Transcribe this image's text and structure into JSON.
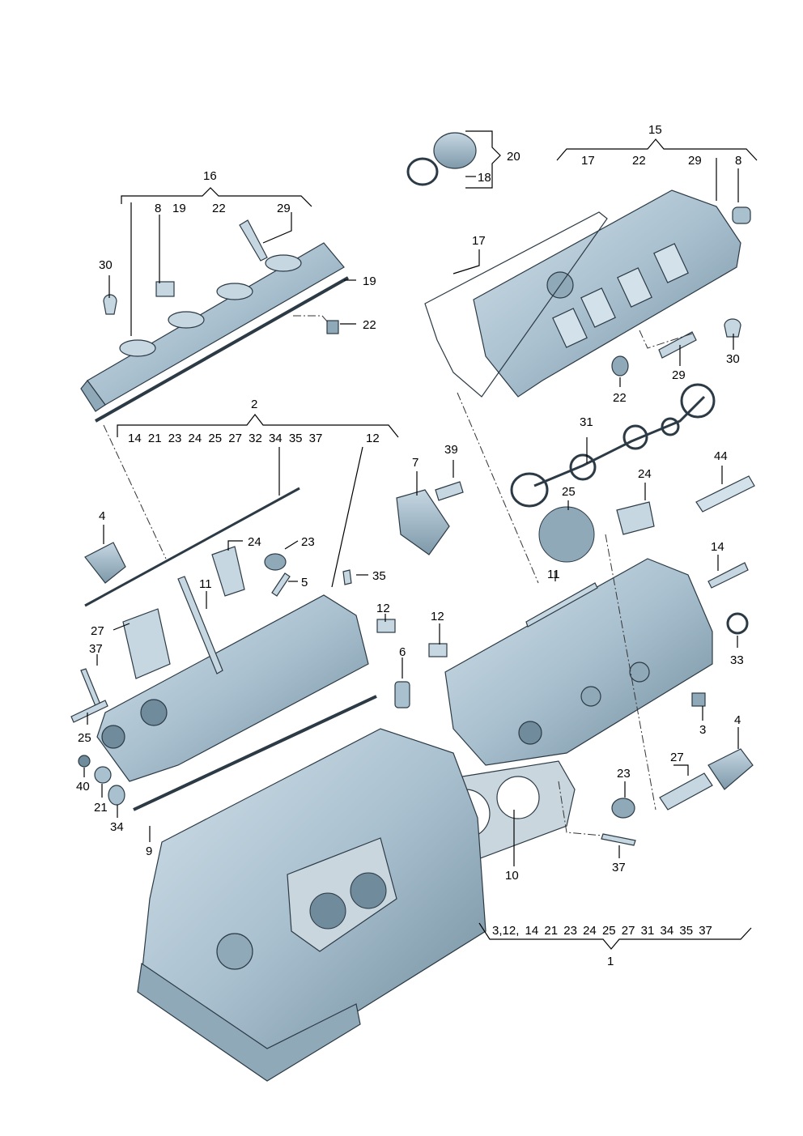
{
  "diagram": {
    "callouts": {
      "c16": "16",
      "c16_items": [
        "8",
        "19",
        "22",
        "29"
      ],
      "c30a": "30",
      "c19": "19",
      "c22a": "22",
      "c2": "2",
      "c2_items": "14 21 23 24 25 27 32 34 35 37",
      "c12a": "12",
      "c4a": "4",
      "c24a": "24",
      "c23a": "23",
      "c5": "5",
      "c35": "35",
      "c11a": "11",
      "c27a": "27",
      "c37a": "37",
      "c25a": "25",
      "c40": "40",
      "c21": "21",
      "c34": "34",
      "c9": "9",
      "c12b": "12",
      "c6": "6",
      "c12c": "12",
      "c20": "20",
      "c18": "18",
      "c15": "15",
      "c15_items": [
        "17",
        "22",
        "29"
      ],
      "c8b": "8",
      "c17": "17",
      "c30b": "30",
      "c29b": "29",
      "c22b": "22",
      "c31": "31",
      "c7": "7",
      "c39": "39",
      "c25b": "25",
      "c24b": "24",
      "c44": "44",
      "c11b": "11",
      "c14": "14",
      "c33": "33",
      "c3": "3",
      "c4b": "4",
      "c27b": "27",
      "c23b": "23",
      "c37b": "37",
      "c10": "10",
      "c1_items": "3,12, 14 21 23 24 25 27 31 34 35 37",
      "c1": "1"
    },
    "colors": {
      "part_fill": "#a9c0cf",
      "part_shadow": "#6f8b9c",
      "part_light": "#d3e1ea",
      "line": "#000000"
    }
  }
}
